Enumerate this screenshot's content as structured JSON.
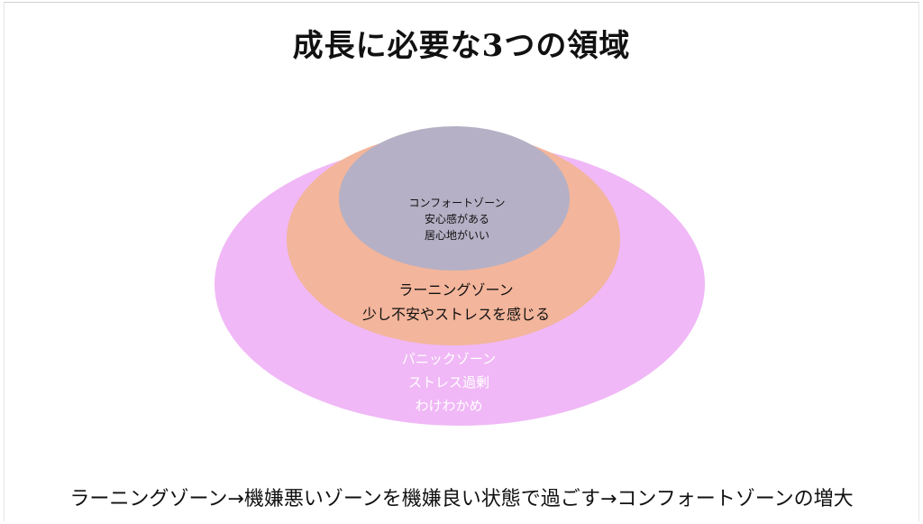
{
  "title": "成長に必要な3つの領域",
  "colors": {
    "panic": "#f0b8f6",
    "learning": "#f3b59b",
    "comfort": "#b5b0c5",
    "panic_text": "#ffffff",
    "zone_text": "#111111"
  },
  "zones": {
    "panic": {
      "name": "パニックゾーン",
      "line1": "ストレス過剰",
      "line2": "わけわかめ"
    },
    "learning": {
      "name": "ラーニングゾーン",
      "line1": "少し不安やストレスを感じる"
    },
    "comfort": {
      "name": "コンフォートゾーン",
      "line1": "安心感がある",
      "line2": "居心地がいい"
    }
  },
  "footer": "ラーニングゾーン→機嫌悪いゾーンを機嫌良い状態で過ごす→コンフォートゾーンの増大"
}
